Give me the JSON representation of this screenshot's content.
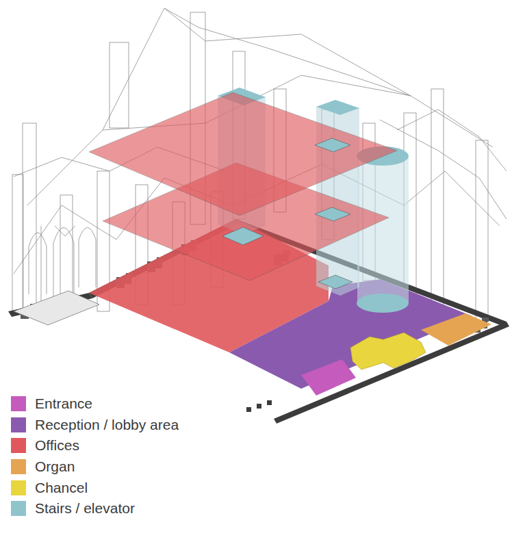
{
  "diagram": {
    "legend": [
      {
        "text": "Entrance",
        "color": "#c45bbd"
      },
      {
        "text": "Reception / lobby area",
        "color": "#8a5aae"
      },
      {
        "text": "Offices",
        "color": "#e0585c"
      },
      {
        "text": "Organ",
        "color": "#e5a452"
      },
      {
        "text": "Chancel",
        "color": "#e9d53e"
      },
      {
        "text": "Stairs / elevator",
        "color": "#8fc4cc"
      }
    ]
  }
}
